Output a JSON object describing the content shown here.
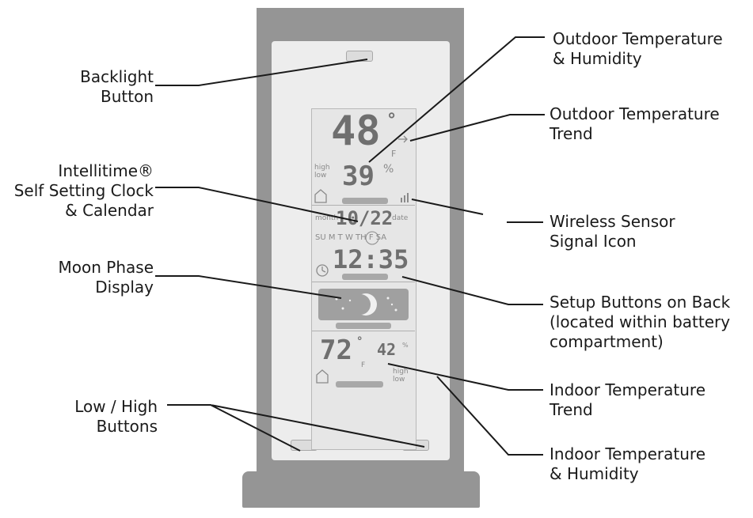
{
  "labels": {
    "backlight_button": "Backlight\nButton",
    "intellitime": "Intellitime®\nSelf Setting Clock\n& Calendar",
    "moon_phase": "Moon Phase\nDisplay",
    "low_high_buttons": "Low / High\nButtons",
    "outdoor_temp_humidity": "Outdoor Temperature\n& Humidity",
    "outdoor_temp_trend": "Outdoor Temperature\nTrend",
    "wireless_sensor": "Wireless Sensor\nSignal Icon",
    "setup_buttons": "Setup Buttons on Back\n(located within battery\ncompartment)",
    "indoor_temp_trend": "Indoor Temperature\nTrend",
    "indoor_temp_humidity": "Indoor Temperature\n& Humidity"
  },
  "display": {
    "outdoor_temp": "48",
    "degree": "°",
    "unit_f": "F",
    "outdoor_humidity": "39",
    "percent": "%",
    "high": "high",
    "low": "low",
    "date": "10/22",
    "month_word": "month",
    "date_word": "date",
    "weekdays": "SU M T W TH F SA",
    "time": "12:35",
    "indoor_temp": "72",
    "indoor_humidity": "42",
    "indoor_high": "high",
    "indoor_low": "low"
  }
}
